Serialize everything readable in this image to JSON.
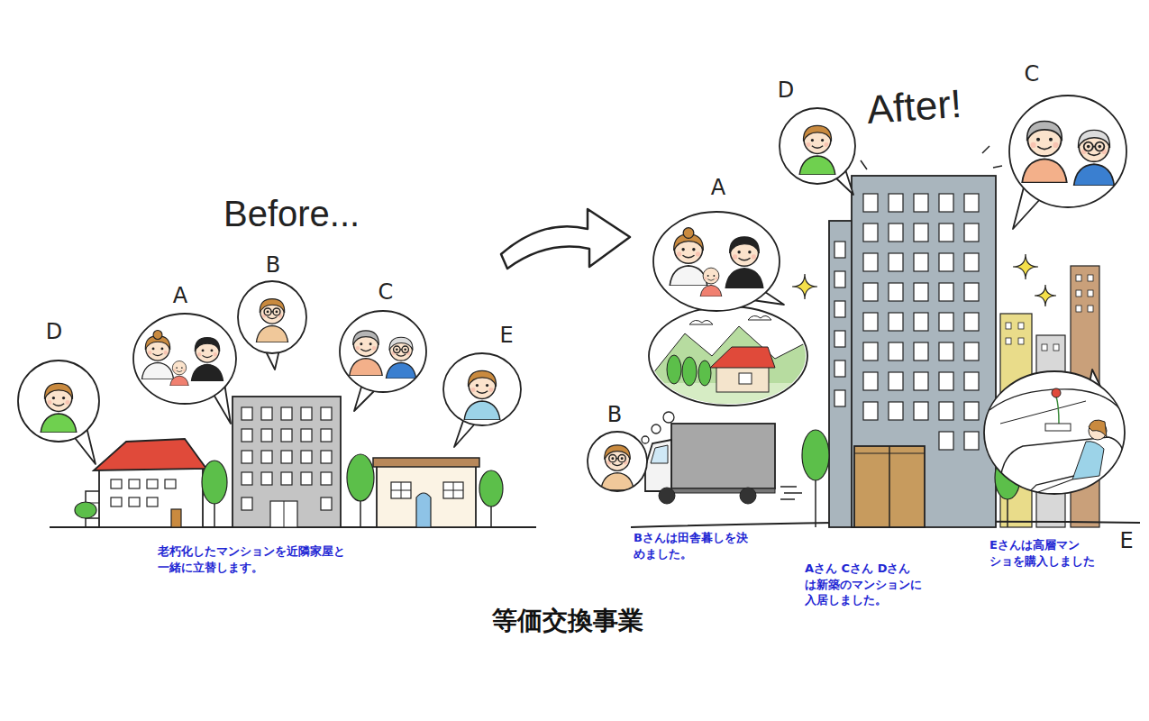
{
  "diagram": {
    "title": "等価交換事業",
    "nodes": [
      {
        "text": [
          "D"
        ]
      },
      {
        "text": [
          "A"
        ]
      },
      {
        "text": [
          "B"
        ]
      },
      {
        "text": [
          "C"
        ]
      },
      {
        "text": [
          "E"
        ]
      },
      {
        "text": [
          "B"
        ]
      },
      {
        "text": [
          "A"
        ]
      },
      {
        "text": [
          "D"
        ]
      },
      {
        "text": [
          "C"
        ]
      },
      {
        "text": [
          "E"
        ]
      }
    ],
    "labels": [
      "Before...",
      "After!",
      "老朽化したマンションを近隣家屋と 一緒に立替します。",
      "Bさんは田舎暮しを決 めました。",
      "Aさん Cさん Dさん は新築のマンションに 入居しました。",
      "Eさんは高層マン ショを購入しました"
    ]
  }
}
